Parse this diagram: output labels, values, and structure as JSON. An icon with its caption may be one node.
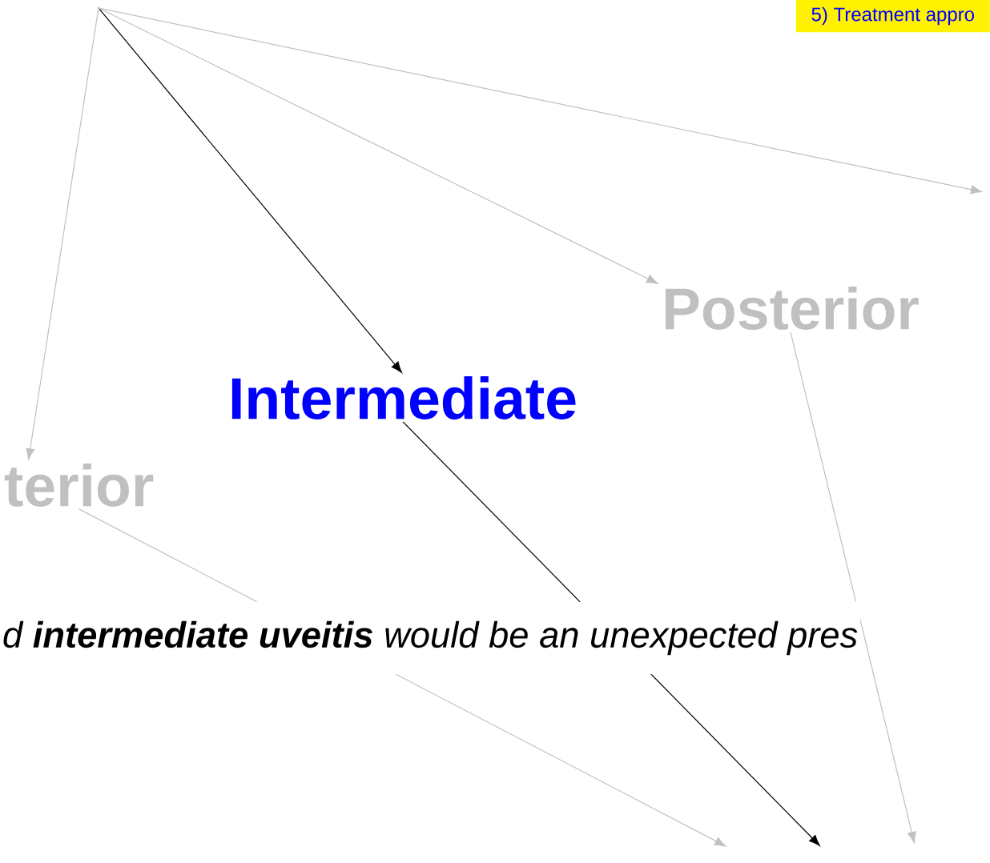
{
  "diagram": {
    "nodes": [
      {
        "text": [],
        "shape": "dot"
      },
      {
        "text": [
          "5) Treatment appro"
        ]
      },
      {
        "text": [
          "Posterior"
        ]
      },
      {
        "text": [
          "Intermediate"
        ]
      },
      {
        "text": [
          "terior"
        ]
      }
    ],
    "edges": [
      {
        "from": 0,
        "to": null,
        "arrow": "to"
      },
      {
        "from": 0,
        "to": 2,
        "arrow": "to"
      },
      {
        "from": 0,
        "to": 3,
        "arrow": "to",
        "color": "#000000"
      },
      {
        "from": 0,
        "to": 4,
        "arrow": "to"
      },
      {
        "from": 4,
        "to": null,
        "arrow": "to"
      },
      {
        "from": 3,
        "to": null,
        "arrow": "to",
        "color": "#000000"
      },
      {
        "from": 2,
        "to": null,
        "arrow": "to"
      }
    ],
    "labels": [
      "d **intermediate uveitis** would be an unexpected pres"
    ]
  }
}
